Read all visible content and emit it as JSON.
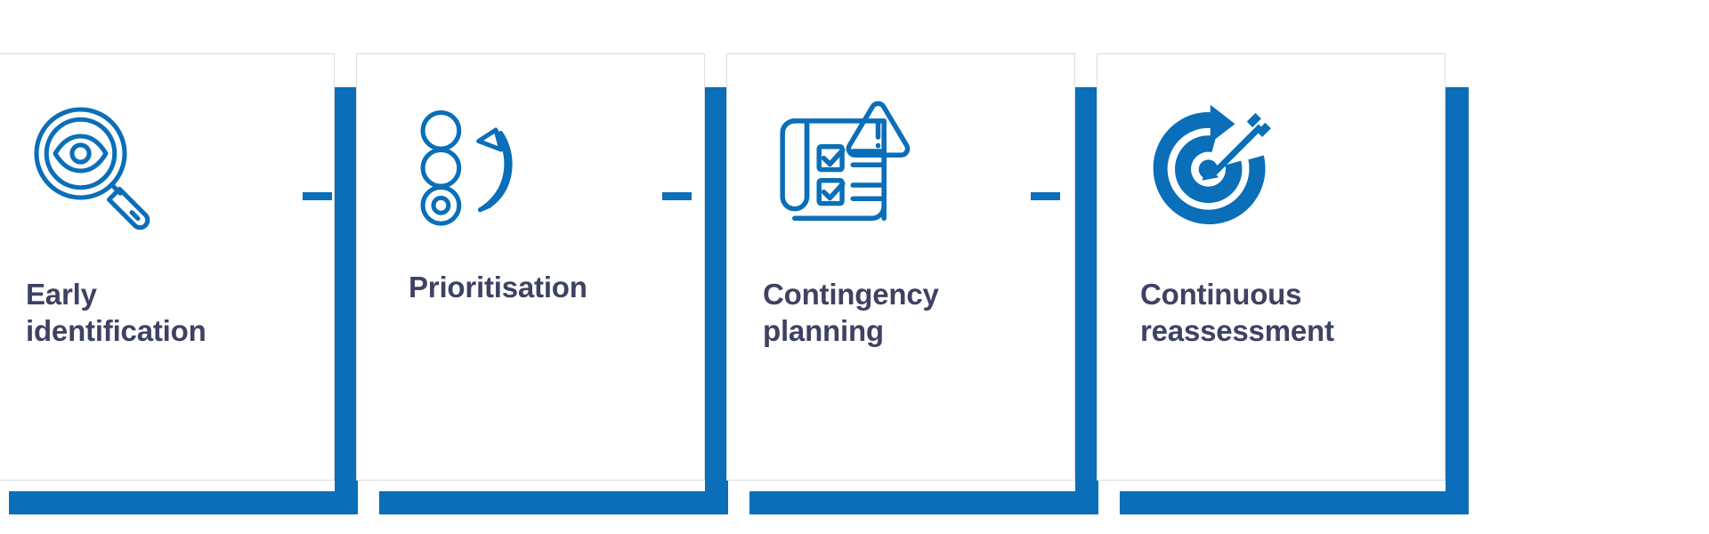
{
  "theme": {
    "accent": "#0A6EB8",
    "label_color": "#3E4262",
    "card_background": "#FFFFFF",
    "card_border": "#DDDDDD",
    "page_background": "#FFFFFF"
  },
  "diagram": {
    "type": "process-flow",
    "orientation": "horizontal",
    "connector_style": "dashed",
    "step_count": 4,
    "steps": [
      {
        "index": 1,
        "label_line1": "Early",
        "label_line2": "identification",
        "label_full": "Early identification",
        "icon": "magnifier-eye-icon",
        "icon_style": "outline"
      },
      {
        "index": 2,
        "label_line1": "Prioritisation",
        "label_line2": "",
        "label_full": "Prioritisation",
        "icon": "stacked-circles-arrow-icon",
        "icon_style": "outline"
      },
      {
        "index": 3,
        "label_line1": "Contingency",
        "label_line2": "planning",
        "label_full": "Contingency planning",
        "icon": "checklist-warning-icon",
        "icon_style": "outline"
      },
      {
        "index": 4,
        "label_line1": "Continuous",
        "label_line2": "reassessment",
        "label_full": "Continuous reassessment",
        "icon": "target-arrow-refresh-icon",
        "icon_style": "solid"
      }
    ],
    "connectors": [
      {
        "from_step": 1,
        "to_step": 2,
        "dashes": 3
      },
      {
        "from_step": 2,
        "to_step": 3,
        "dashes": 3
      },
      {
        "from_step": 3,
        "to_step": 4,
        "dashes": 3
      }
    ]
  }
}
